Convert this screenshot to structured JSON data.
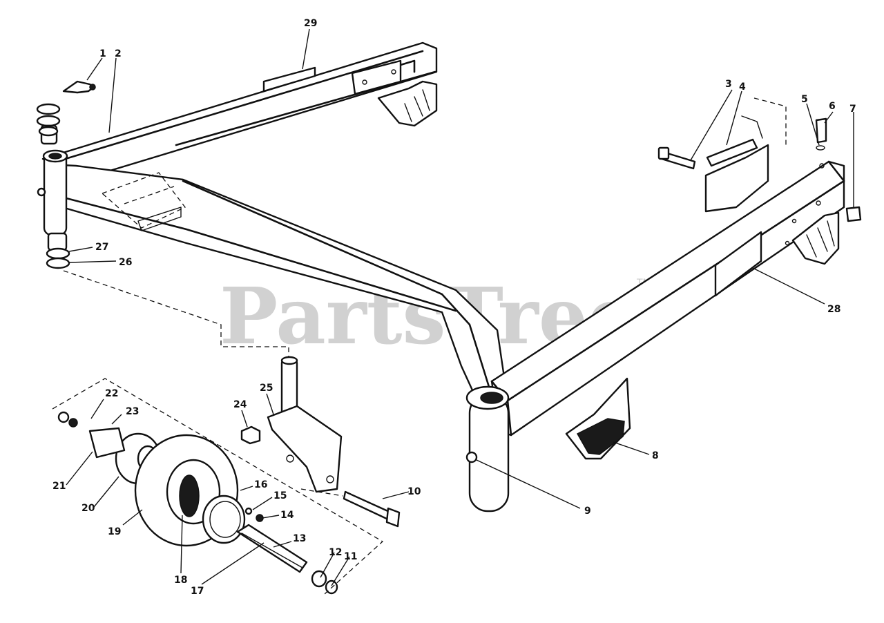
{
  "watermark": {
    "text": "PartsTree",
    "tm": "TM"
  },
  "callouts": {
    "c1": "1",
    "c2": "2",
    "c3": "3",
    "c4": "4",
    "c5": "5",
    "c6": "6",
    "c7": "7",
    "c8": "8",
    "c9": "9",
    "c10": "10",
    "c11": "11",
    "c12": "12",
    "c13": "13",
    "c14": "14",
    "c15": "15",
    "c16": "16",
    "c17": "17",
    "c18": "18",
    "c19": "19",
    "c20": "20",
    "c21": "21",
    "c22": "22",
    "c23": "23",
    "c24": "24",
    "c25": "25",
    "c26": "26",
    "c27": "27",
    "c28": "28",
    "c29": "29"
  }
}
